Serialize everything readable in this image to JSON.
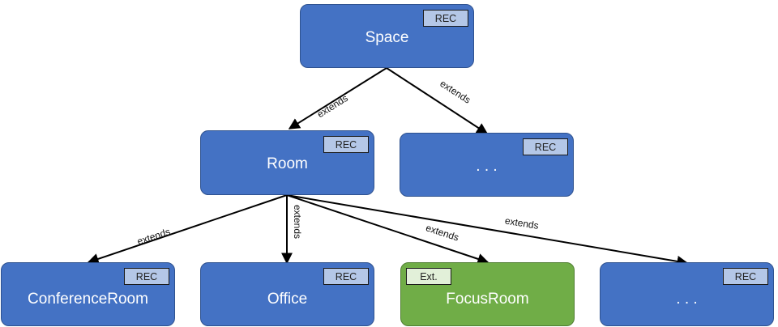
{
  "nodes": {
    "space": {
      "label": "Space",
      "badge": "REC"
    },
    "room": {
      "label": "Room",
      "badge": "REC"
    },
    "space_more": {
      "label": ". . .",
      "badge": "REC"
    },
    "conference_room": {
      "label": "ConferenceRoom",
      "badge": "REC"
    },
    "office": {
      "label": "Office",
      "badge": "REC"
    },
    "focus_room": {
      "label": "FocusRoom",
      "badge": "Ext."
    },
    "room_more": {
      "label": ". . .",
      "badge": "REC"
    }
  },
  "edges": {
    "space_to_room": "extends",
    "space_to_more": "extends",
    "room_to_conference": "extends",
    "room_to_office": "extends",
    "room_to_focus": "extends",
    "room_to_more": "extends"
  },
  "colors": {
    "rec_node": "#4472c4",
    "ext_node": "#70ad47",
    "rec_badge": "#b4c7e7",
    "ext_badge": "#e2f0d9"
  }
}
